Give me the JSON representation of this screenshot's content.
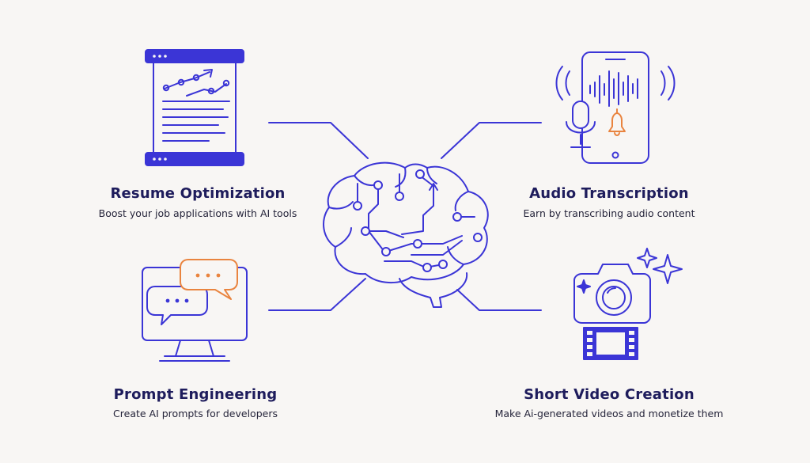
{
  "colors": {
    "background": "#f8f6f4",
    "line": "#3b35d6",
    "accent": "#e9843f",
    "title": "#1e1c5c",
    "text": "#25243a"
  },
  "hub": {
    "icon": "brain-circuit-icon"
  },
  "items": [
    {
      "title": "Resume Optimization",
      "description": "Boost your job applications with AI tools",
      "icon": "resume-chart-icon"
    },
    {
      "title": "Audio Transcription",
      "description": "Earn by transcribing audio content",
      "icon": "phone-microphone-icon"
    },
    {
      "title": "Prompt Engineering",
      "description": "Create AI prompts for developers",
      "icon": "monitor-chat-icon"
    },
    {
      "title": "Short Video Creation",
      "description": "Make Ai-generated videos and monetize them",
      "icon": "camera-film-icon"
    }
  ]
}
